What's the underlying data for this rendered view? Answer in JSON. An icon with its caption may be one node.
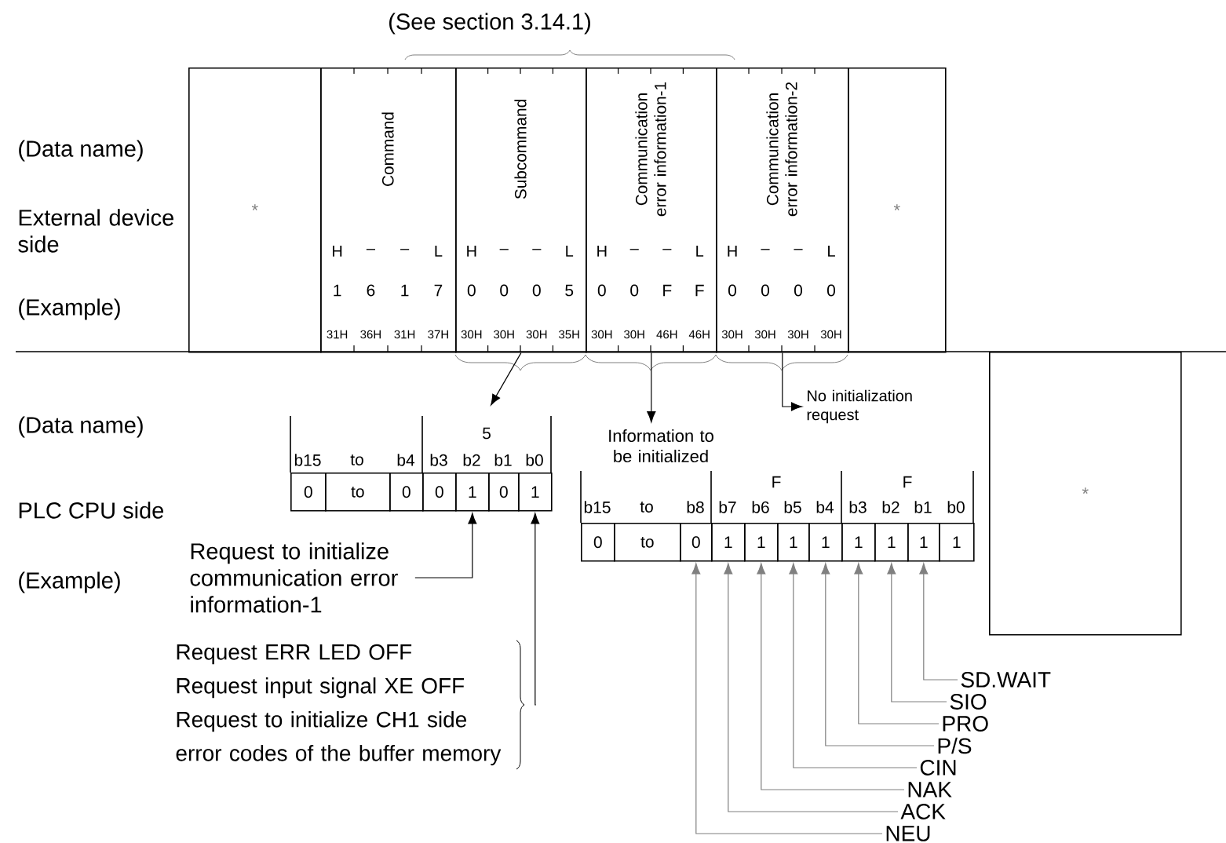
{
  "diagram": {
    "nodes": [
      {
        "text": [
          "*"
        ]
      },
      {
        "text": [
          "Command",
          "H",
          "–",
          "–",
          "L",
          "1",
          "6",
          "1",
          "7",
          "31H",
          "36H",
          "31H",
          "37H"
        ]
      },
      {
        "text": [
          "Subcommand",
          "H",
          "–",
          "–",
          "L",
          "0",
          "0",
          "0",
          "5",
          "30H",
          "30H",
          "30H",
          "35H"
        ]
      },
      {
        "text": [
          "Communication error information-1",
          "H",
          "–",
          "–",
          "L",
          "0",
          "0",
          "F",
          "F",
          "30H",
          "30H",
          "46H",
          "46H"
        ]
      },
      {
        "text": [
          "Communication error information-2",
          "H",
          "–",
          "–",
          "L",
          "0",
          "0",
          "0",
          "0",
          "30H",
          "30H",
          "30H",
          "30H"
        ]
      },
      {
        "text": [
          "*"
        ]
      },
      {
        "text": [
          "*"
        ]
      },
      {
        "text": [
          "5",
          "b15",
          "to",
          "b4",
          "b3",
          "b2",
          "b1",
          "b0"
        ]
      },
      {
        "text": [
          "0"
        ]
      },
      {
        "text": [
          "to"
        ]
      },
      {
        "text": [
          "0"
        ]
      },
      {
        "text": [
          "0"
        ]
      },
      {
        "text": [
          "1"
        ]
      },
      {
        "text": [
          "0"
        ]
      },
      {
        "text": [
          "1"
        ]
      },
      {
        "text": [
          "Information to be initialized",
          "F",
          "F",
          "b15",
          "to",
          "b8",
          "b7",
          "b6",
          "b5",
          "b4",
          "b3",
          "b2",
          "b1",
          "b0"
        ]
      },
      {
        "text": [
          "0"
        ]
      },
      {
        "text": [
          "to"
        ]
      },
      {
        "text": [
          "0"
        ]
      },
      {
        "text": [
          "1"
        ]
      },
      {
        "text": [
          "1"
        ]
      },
      {
        "text": [
          "1"
        ]
      },
      {
        "text": [
          "1"
        ]
      },
      {
        "text": [
          "1"
        ]
      },
      {
        "text": [
          "1"
        ]
      },
      {
        "text": [
          "1"
        ]
      },
      {
        "text": [
          "1"
        ]
      },
      {
        "text": [
          "No initialization request"
        ]
      },
      {
        "text": [
          "Request to initialize communication error information-1"
        ]
      },
      {
        "text": [
          "Request ERR LED OFF",
          "Request input signal XE OFF",
          "Request to initialize CH1 side error codes of the buffer memory"
        ]
      },
      {
        "text": [
          "SD.WAIT"
        ]
      },
      {
        "text": [
          "SIO"
        ]
      },
      {
        "text": [
          "PRO"
        ]
      },
      {
        "text": [
          "P/S"
        ]
      },
      {
        "text": [
          "CIN"
        ]
      },
      {
        "text": [
          "NAK"
        ]
      },
      {
        "text": [
          "ACK"
        ]
      },
      {
        "text": [
          "NEU"
        ]
      }
    ],
    "edges": [
      {
        "from": 2,
        "to": 7,
        "arrow": "to",
        "color": "#000000"
      },
      {
        "from": 3,
        "to": 15,
        "arrow": "to",
        "color": "#000000"
      },
      {
        "from": 4,
        "to": 27,
        "arrow": "to",
        "color": "#000000"
      },
      {
        "from": 28,
        "to": 12,
        "arrow": "to",
        "color": "#000000"
      },
      {
        "from": 29,
        "to": 14,
        "arrow": "to",
        "color": "#000000"
      },
      {
        "from": 30,
        "to": 25,
        "arrow": "to",
        "color": "#808080"
      },
      {
        "from": 31,
        "to": 24,
        "arrow": "to",
        "color": "#808080"
      },
      {
        "from": 32,
        "to": 23,
        "arrow": "to",
        "color": "#808080"
      },
      {
        "from": 33,
        "to": 22,
        "arrow": "to",
        "color": "#808080"
      },
      {
        "from": 34,
        "to": 21,
        "arrow": "to",
        "color": "#808080"
      },
      {
        "from": 35,
        "to": 20,
        "arrow": "to",
        "color": "#808080"
      },
      {
        "from": 36,
        "to": 19,
        "arrow": "to",
        "color": "#808080"
      },
      {
        "from": 37,
        "to": 18,
        "arrow": "to",
        "color": "#808080"
      }
    ],
    "labels": [
      "(See section 3.14.1)",
      "(Data name)",
      "External device side",
      "(Example)",
      "(Data name)",
      "PLC CPU side",
      "(Example)"
    ]
  }
}
